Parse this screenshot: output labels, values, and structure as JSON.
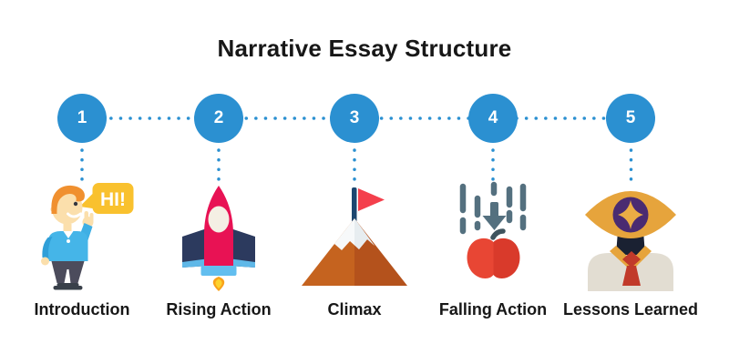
{
  "title": "Narrative Essay Structure",
  "colors": {
    "accent": "#2B90D1",
    "text": "#171717",
    "bubble_yellow": "#F9C12E",
    "rocket_pink": "#E81254",
    "mountain_brown": "#BE5A1E",
    "flag_red": "#F43F4C",
    "rain_slate": "#54707F",
    "apple_red": "#E84634",
    "eye_gold": "#E6A43C",
    "iris_purple": "#4A2B71",
    "tie_red": "#C13A2A"
  },
  "speech_bubble": {
    "text": "HI!"
  },
  "steps": [
    {
      "number": "1",
      "label": "Introduction",
      "icon": "waving-person-icon"
    },
    {
      "number": "2",
      "label": "Rising Action",
      "icon": "rocket-icon"
    },
    {
      "number": "3",
      "label": "Climax",
      "icon": "mountain-flag-icon"
    },
    {
      "number": "4",
      "label": "Falling Action",
      "icon": "falling-rain-apple-icon"
    },
    {
      "number": "5",
      "label": "Lessons Learned",
      "icon": "eye-person-icon"
    }
  ]
}
